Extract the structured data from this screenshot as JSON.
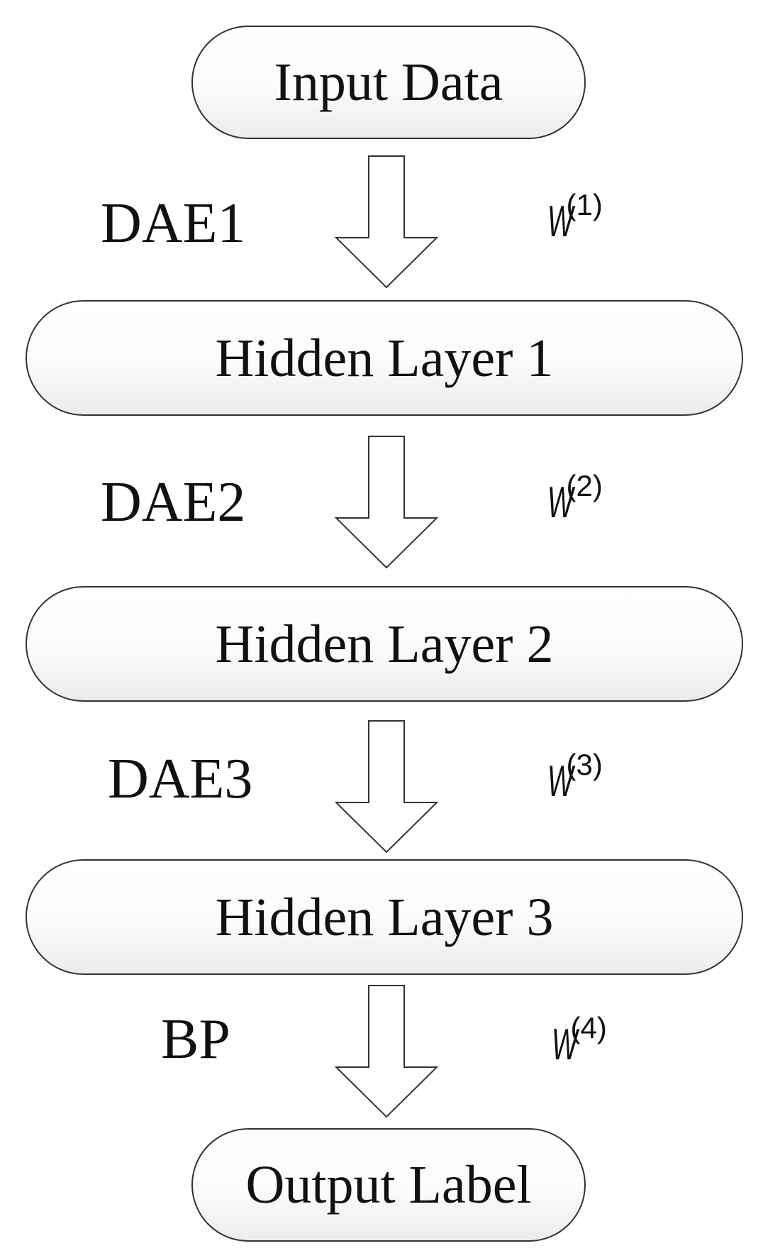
{
  "nodes": {
    "input": "Input Data",
    "hidden1": "Hidden Layer 1",
    "hidden2": "Hidden Layer 2",
    "hidden3": "Hidden Layer 3",
    "output": "Output Label"
  },
  "steps": [
    {
      "label": "DAE1",
      "weight_symbol": "W",
      "weight_index": "(1)"
    },
    {
      "label": "DAE2",
      "weight_symbol": "W",
      "weight_index": "(2)"
    },
    {
      "label": "DAE3",
      "weight_symbol": "W",
      "weight_index": "(3)"
    },
    {
      "label": "BP",
      "weight_symbol": "W",
      "weight_index": "(4)"
    }
  ],
  "colors": {
    "stroke": "#333333",
    "fill_top": "#ffffff",
    "fill_bottom": "#ececec",
    "text": "#111111"
  },
  "icons": {
    "arrow": "down-arrow-icon"
  }
}
